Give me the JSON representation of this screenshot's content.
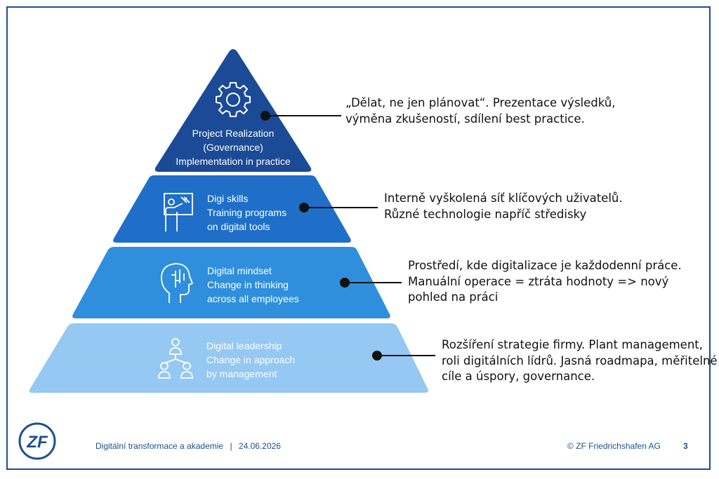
{
  "levels": [
    {
      "title": "Project Realization",
      "line2": "(Governance)",
      "line3": "Implementation in practice",
      "description": [
        "„Dělat, ne jen plánovat“. Prezentace výsledků,",
        "výměna zkušeností, sdílení best practice."
      ],
      "color": "#1b4a96",
      "icon": "gear-icon"
    },
    {
      "title": "Digi skills",
      "line2": "Training programs",
      "line3": "on digital tools",
      "description": [
        "Interně vyškolená síť klíčových uživatelů.",
        "Různé technologie napříč středisky"
      ],
      "color": "#1f6fc8",
      "icon": "presenter-icon"
    },
    {
      "title": "Digital mindset",
      "line2": "Change in thinking",
      "line3": "across all employees",
      "description": [
        "Prostředí, kde digitalizace je každodenní práce.",
        "Manuální operace = ztráta hodnoty => nový",
        "pohled na práci"
      ],
      "color": "#2f8fdc",
      "icon": "brain-head-icon"
    },
    {
      "title": "Digital leadership",
      "line2": "Change in approach",
      "line3": "by management",
      "description": [
        "Rozšíření strategie firmy. Plant management,",
        "roli digitálních lídrů. Jasná roadmapa, měřitelné",
        "cíle a úspory, governance."
      ],
      "color": "#95c8f2",
      "icon": "org-chart-icon"
    }
  ],
  "footer": {
    "logo": "ZF",
    "title": "Digitální transformace a akademie",
    "separator": "|",
    "date": "24.06.2026",
    "copyright": "© ZF Friedrichshafen AG",
    "page": "3"
  },
  "colors": {
    "frame": "#1d4f91",
    "brand": "#1d4f91",
    "connector": "#111111"
  }
}
